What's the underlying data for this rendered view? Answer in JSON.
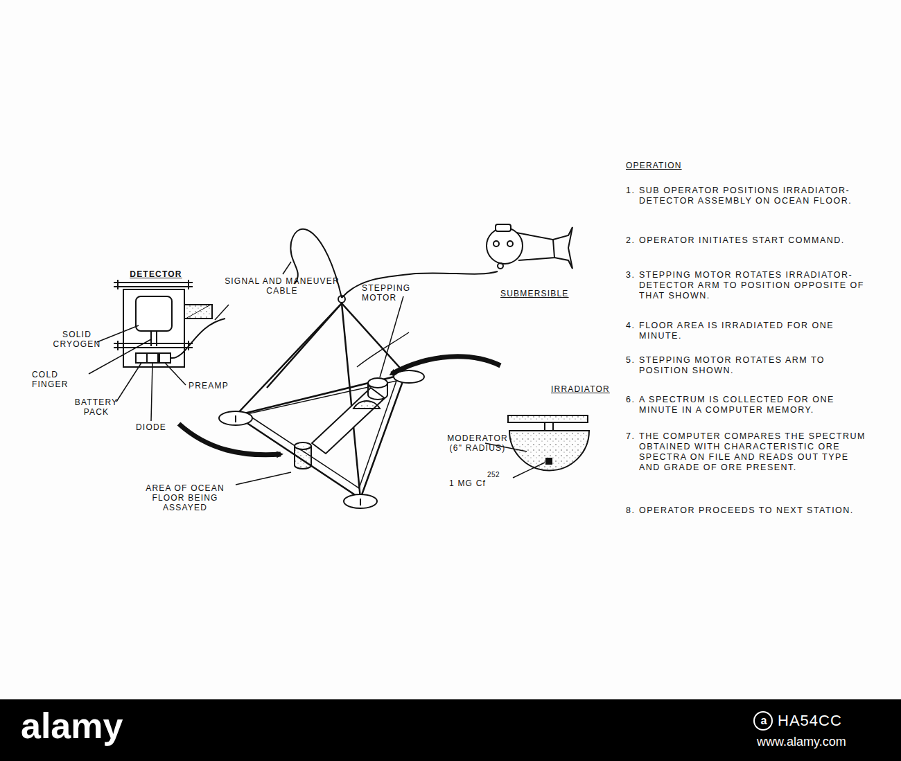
{
  "diagram": {
    "labels": [
      "DETECTOR",
      "SOLID CRYOGEN",
      "COLD FINGER",
      "BATTERY PACK",
      "DIODE",
      "PREAMP",
      "SIGNAL AND MANEUVER CABLE",
      "STEPPING MOTOR",
      "SUBMERSIBLE",
      "IRRADIATOR",
      "MODERATOR (6\" RADIUS)",
      "1 MG Cf",
      "252",
      "AREA OF OCEAN FLOOR BEING ASSAYED",
      "OPERATION",
      "1.",
      "SUB OPERATOR POSITIONS IRRADIATOR-DETECTOR ASSEMBLY ON OCEAN FLOOR.",
      "2.",
      "OPERATOR INITIATES START COMMAND.",
      "3.",
      "STEPPING MOTOR ROTATES IRRADIATOR-DETECTOR ARM TO POSITION OPPOSITE OF THAT SHOWN.",
      "4.",
      "FLOOR AREA IS IRRADIATED FOR ONE MINUTE.",
      "5.",
      "STEPPING MOTOR ROTATES ARM TO POSITION SHOWN.",
      "6.",
      "A SPECTRUM IS COLLECTED FOR ONE MINUTE IN A COMPUTER MEMORY.",
      "7.",
      "THE COMPUTER COMPARES THE SPECTRUM OBTAINED WITH CHARACTERISTIC ORE SPECTRA ON FILE AND READS OUT TYPE AND GRADE OF ORE PRESENT.",
      "8.",
      "OPERATOR PROCEEDS TO NEXT STATION.",
      "alamy",
      "a",
      "HA54CC",
      "www.alamy.com"
    ]
  }
}
